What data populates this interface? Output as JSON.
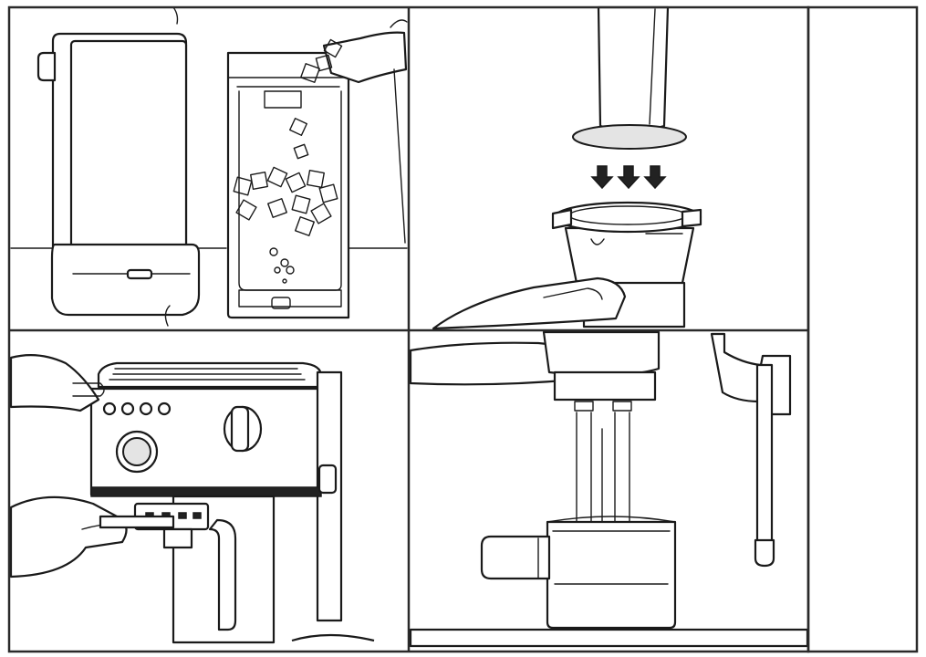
{
  "figure": {
    "panels": [
      {
        "id": "fill-water-tank",
        "icon": "water-tank-icon"
      },
      {
        "id": "attach-filter-basket",
        "icon": "filter-basket-icon"
      },
      {
        "id": "insert-portafilter",
        "icon": "espresso-machine-icon"
      },
      {
        "id": "brew-into-cup",
        "icon": "coffee-flow-icon"
      }
    ],
    "colors": {
      "line": "#1a1a1a",
      "background": "#ffffff",
      "shade": "#e4e4e4"
    }
  }
}
